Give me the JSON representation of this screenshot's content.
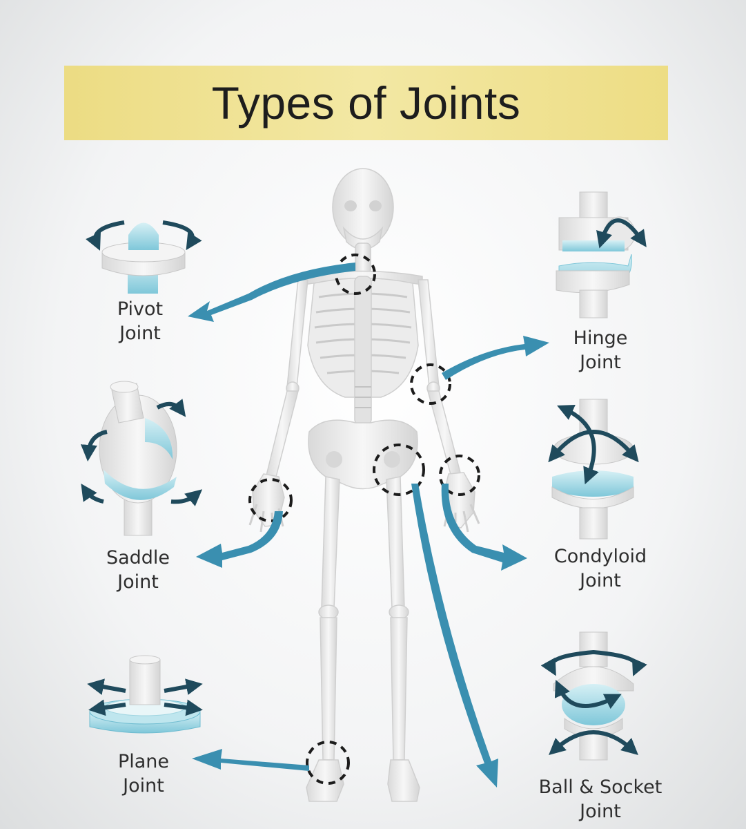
{
  "title": "Types of Joints",
  "colors": {
    "accent": "#3a8fb0",
    "arrow_dark": "#1f4a5c",
    "cartilage": "#a9dde8",
    "bone": "#eeeeee",
    "banner": "#f1e49b"
  },
  "joints": [
    {
      "id": "pivot",
      "line1": "Pivot",
      "line2": "Joint",
      "icon": "pivot-joint-icon"
    },
    {
      "id": "hinge",
      "line1": "Hinge",
      "line2": "Joint",
      "icon": "hinge-joint-icon"
    },
    {
      "id": "saddle",
      "line1": "Saddle",
      "line2": "Joint",
      "icon": "saddle-joint-icon"
    },
    {
      "id": "condyloid",
      "line1": "Condyloid",
      "line2": "Joint",
      "icon": "condyloid-joint-icon"
    },
    {
      "id": "plane",
      "line1": "Plane",
      "line2": "Joint",
      "icon": "plane-joint-icon"
    },
    {
      "id": "ballsocket",
      "line1": "Ball & Socket",
      "line2": "Joint",
      "icon": "ball-socket-joint-icon"
    }
  ]
}
